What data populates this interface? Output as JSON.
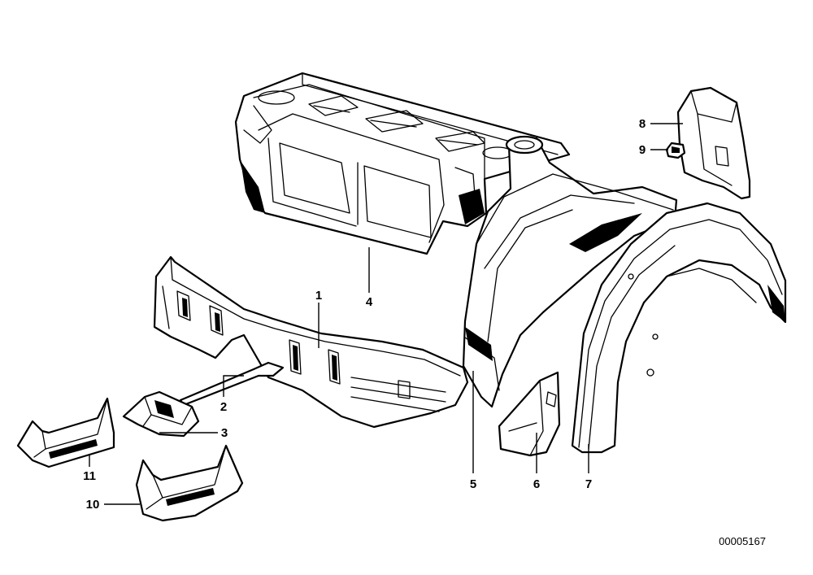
{
  "callouts": {
    "c1": "1",
    "c2": "2",
    "c3": "3",
    "c4": "4",
    "c5": "5",
    "c6": "6",
    "c7": "7",
    "c8": "8",
    "c9": "9",
    "c10": "10",
    "c11": "11"
  },
  "diagram_code": "00005167",
  "colors": {
    "line": "#000000",
    "background": "#ffffff"
  }
}
